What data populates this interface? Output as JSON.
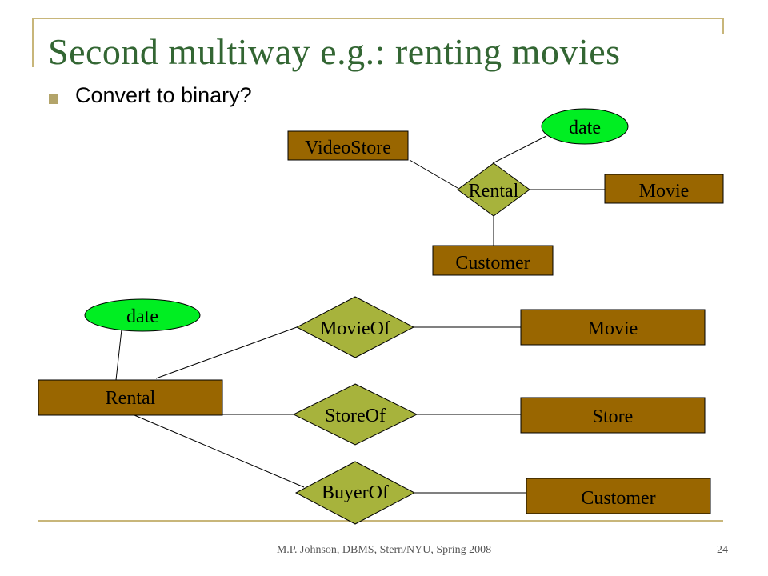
{
  "slide": {
    "title": "Second multiway e.g.: renting movies",
    "bullet": "Convert to binary?",
    "footer": "M.P. Johnson, DBMS, Stern/NYU, Spring 2008",
    "page_number": "24"
  },
  "colors": {
    "entity_fill": "#996600",
    "relationship_fill": "#a7b33c",
    "attribute_fill": "#00ee22",
    "title_color": "#336633",
    "frame_color": "#c8b67a"
  },
  "top_diagram": {
    "entities": {
      "videostore": "VideoStore",
      "movie": "Movie",
      "customer": "Customer"
    },
    "relationship": "Rental",
    "attribute": "date"
  },
  "bottom_diagram": {
    "entities": {
      "rental": "Rental",
      "movie": "Movie",
      "store": "Store",
      "customer": "Customer"
    },
    "relationships": {
      "movieof": "MovieOf",
      "storeof": "StoreOf",
      "buyerof": "BuyerOf"
    },
    "attribute": "date"
  }
}
